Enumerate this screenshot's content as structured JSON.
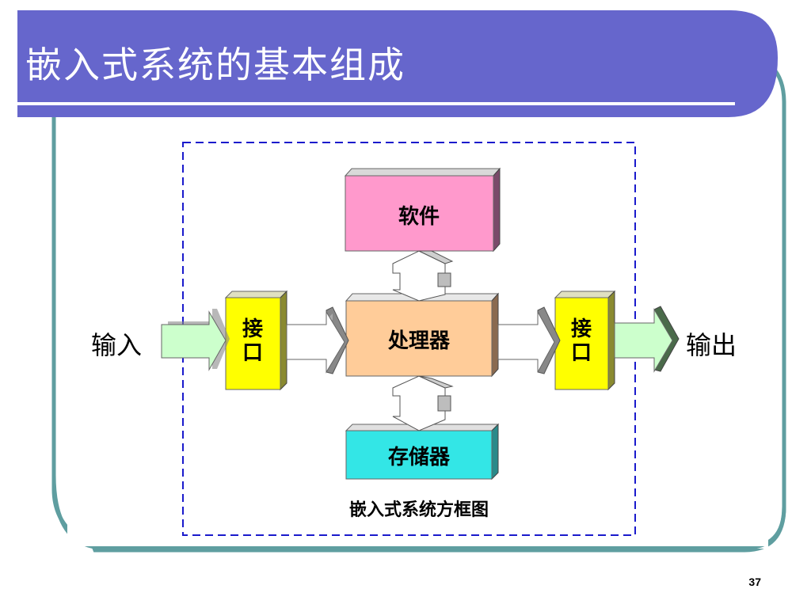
{
  "slide": {
    "title": "嵌入式系统的基本组成",
    "page_number": "37"
  },
  "diagram": {
    "software": "软件",
    "processor": "处理器",
    "memory": "存储器",
    "interface_left": [
      "接",
      "口"
    ],
    "interface_right": [
      "接",
      "口"
    ],
    "input": "输入",
    "output": "输出",
    "caption": "嵌入式系统方框图"
  },
  "colors": {
    "title_bar": "#6666cc",
    "frame": "#5f9ea0",
    "software_box": "#ff99cc",
    "processor_box": "#ffcc99",
    "memory_box": "#33e6e6",
    "interface_box": "#ffff00",
    "arrow_green": "#ccffcc",
    "dashed_border": "#1a1acc"
  }
}
